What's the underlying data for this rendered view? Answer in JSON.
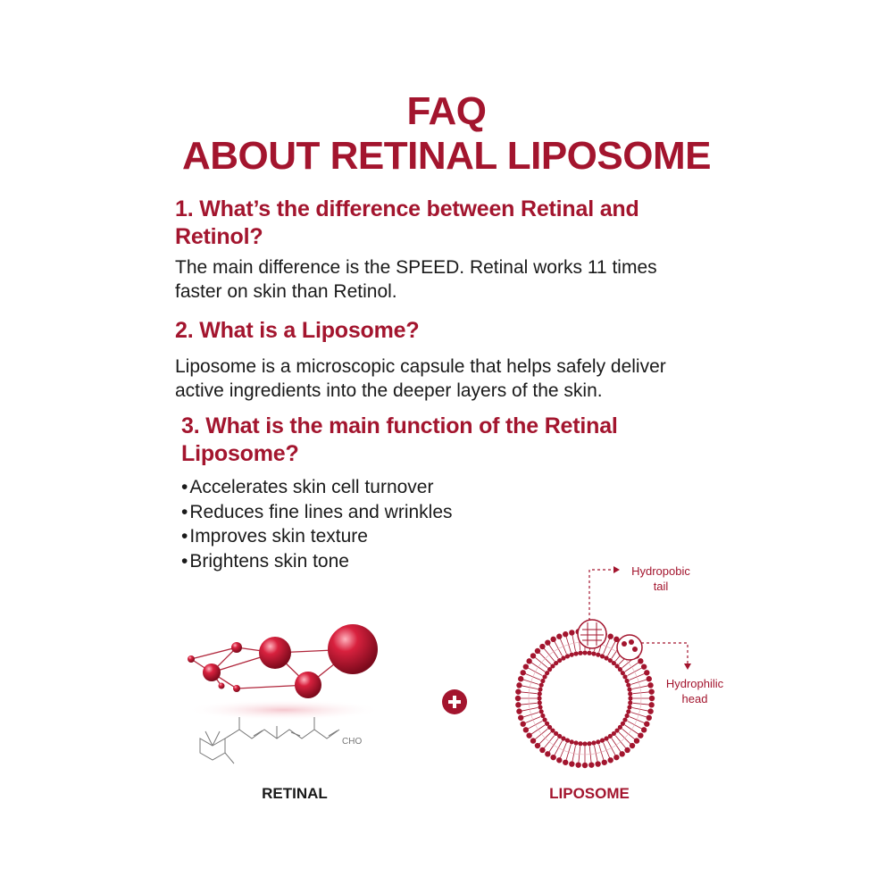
{
  "title": {
    "line1": "FAQ",
    "line2": "ABOUT RETINAL LIPOSOME"
  },
  "faq": [
    {
      "q_line1": "1. What’s the difference between Retinal and",
      "q_line2": "Retinol?",
      "a_line1": "The main difference is the SPEED. Retinal works 11 times",
      "a_line2": "faster on skin than Retinol."
    },
    {
      "q_line1": "2. What is a Liposome?",
      "a_line1": "Liposome is a microscopic capsule that helps safely deliver",
      "a_line2": "active ingredients into the deeper layers of the skin."
    },
    {
      "q_line1": "3. What is the main function of the Retinal",
      "q_line2": "Liposome?",
      "items": [
        "Accelerates skin cell turnover",
        "Reduces fine lines and wrinkles",
        "Improves skin texture",
        "Brightens skin tone"
      ]
    }
  ],
  "illustration": {
    "retinal_label": "RETINAL",
    "liposome_label": "LIPOSOME",
    "cho_label": "CHO",
    "tail_line1": "Hydropobic",
    "tail_line2": "tail",
    "head_line1": "Hydrophilic",
    "head_line2": "head",
    "plus_icon": "plus-circle-icon"
  },
  "colors": {
    "accent": "#a3152e",
    "text": "#1a1a1a"
  }
}
